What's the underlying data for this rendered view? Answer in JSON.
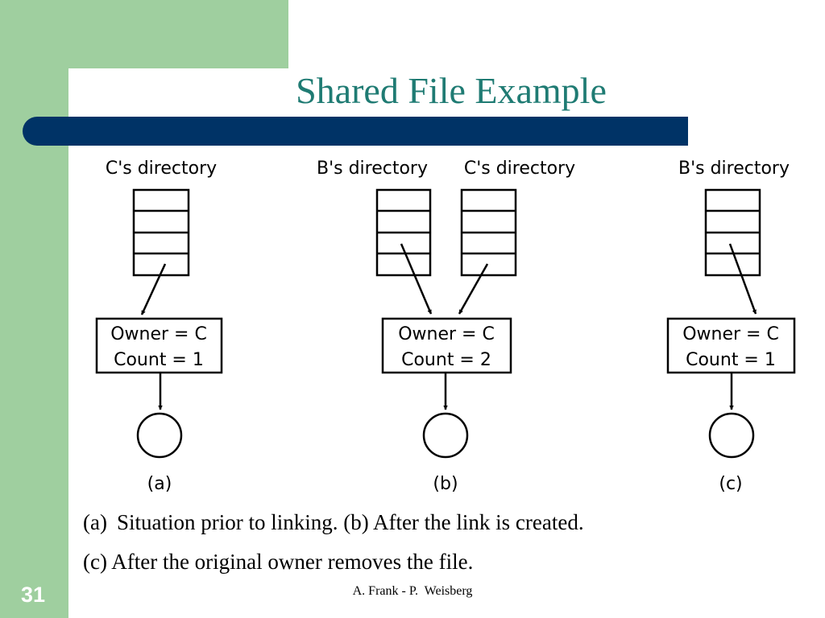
{
  "slide": {
    "title": "Shared File Example",
    "number": "31",
    "footer": "A. Frank - P.  Weisberg",
    "caption_line1_label": "(a)",
    "caption_line1_text": "Situation prior to linking. (b) After the link is created.",
    "caption_line2": "(c) After the original owner removes the file."
  },
  "diagram": {
    "panels": [
      {
        "directories": [
          "C's directory"
        ],
        "owner": "Owner = C",
        "count": "Count = 1",
        "label": "(a)"
      },
      {
        "directories": [
          "B's directory",
          "C's directory"
        ],
        "owner": "Owner = C",
        "count": "Count = 2",
        "label": "(b)"
      },
      {
        "directories": [
          "B's directory"
        ],
        "owner": "Owner = C",
        "count": "Count = 1",
        "label": "(c)"
      }
    ]
  },
  "colors": {
    "sidebar_green": "#9fcf9f",
    "title_bar": "#003366",
    "title_text": "#1f7b73"
  }
}
